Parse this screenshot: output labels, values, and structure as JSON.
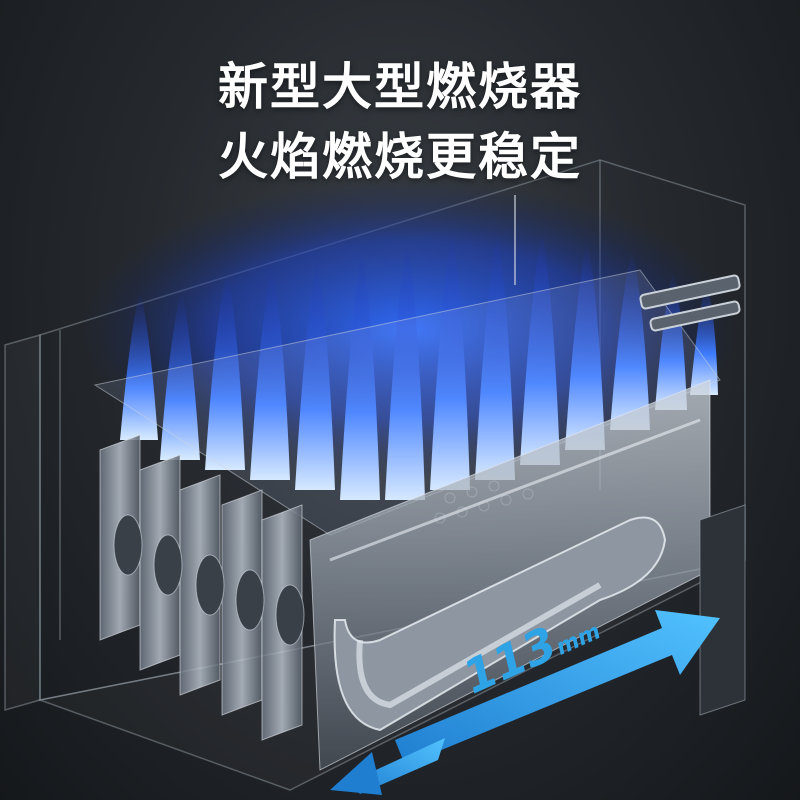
{
  "headline": {
    "line1": "新型大型燃烧器",
    "line2": "火焰燃烧更稳定"
  },
  "dimension": {
    "value": "113",
    "unit": "mm",
    "color": "#2ea3e6"
  },
  "colors": {
    "background": "#262a2f",
    "flame": "#2f6cff",
    "flame_core": "#9fd0ff",
    "metal": "#a7b0bb"
  }
}
